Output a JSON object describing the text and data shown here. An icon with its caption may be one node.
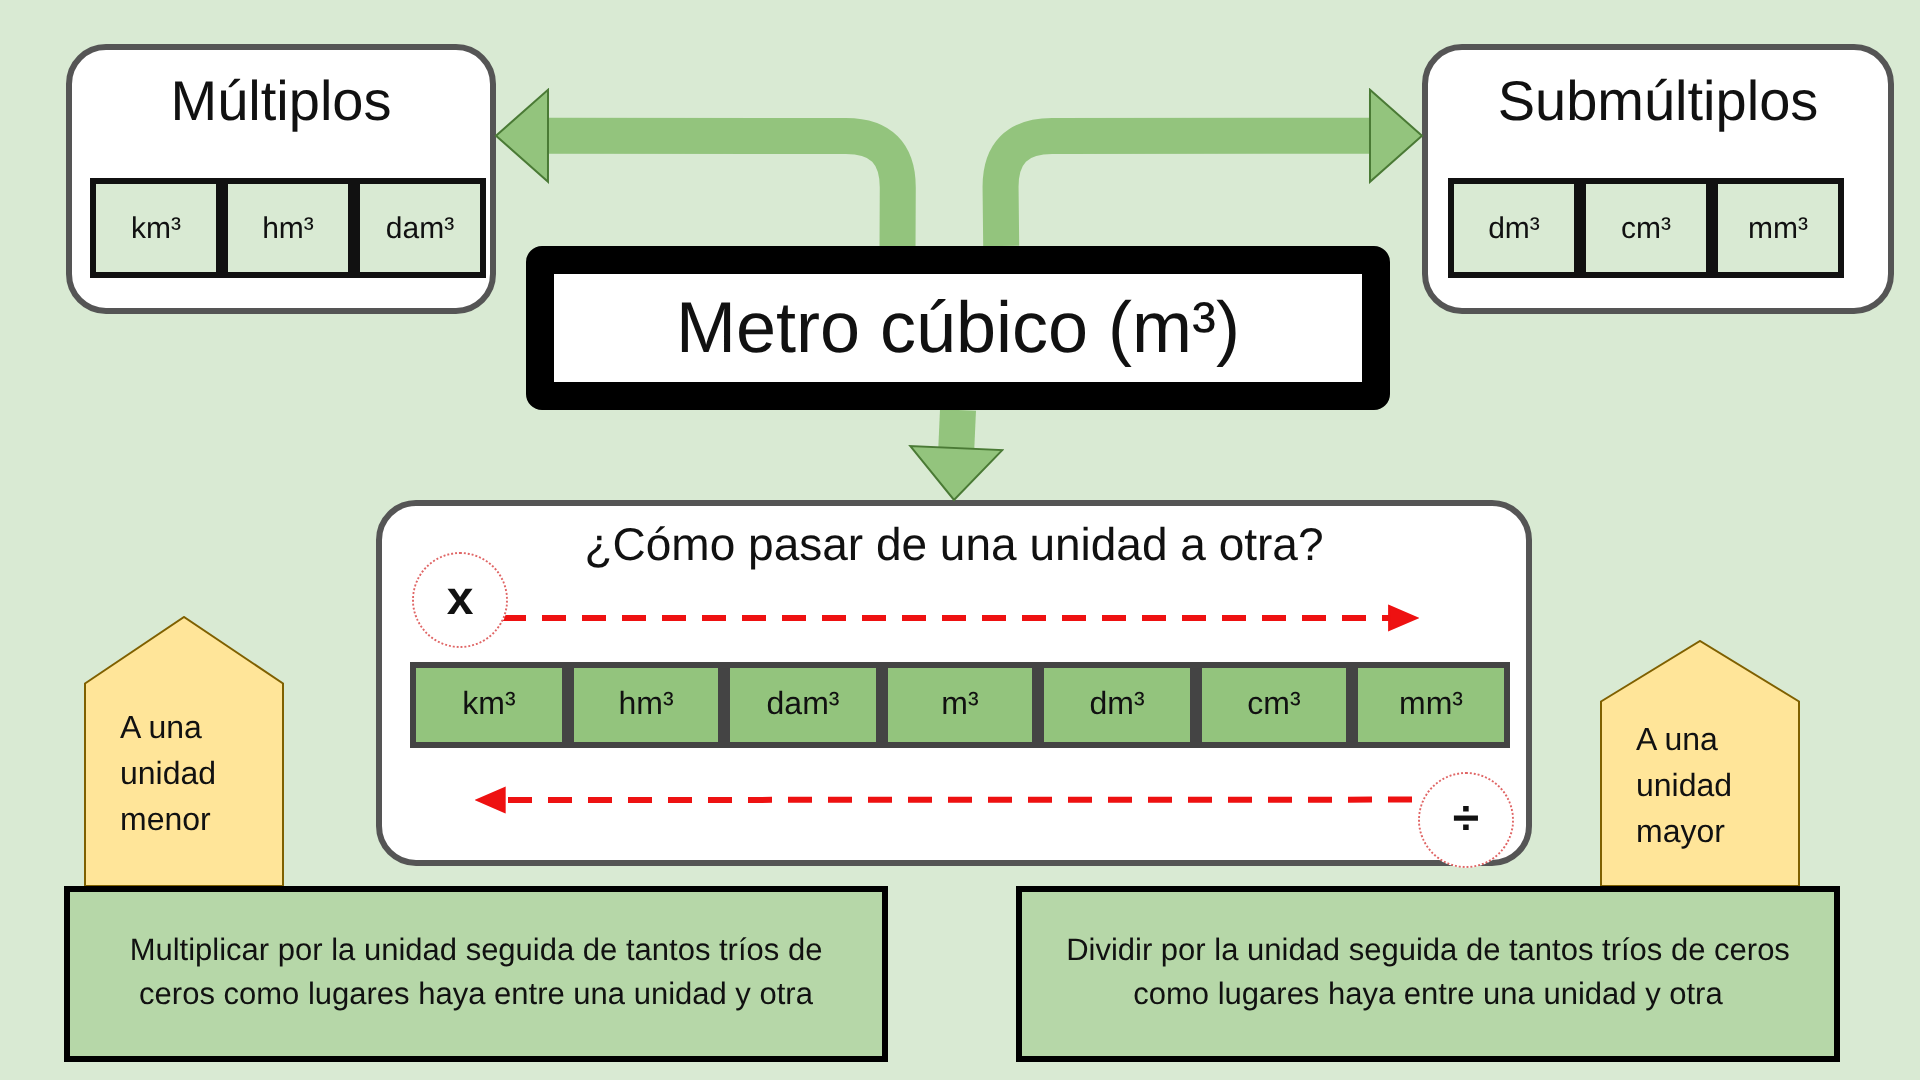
{
  "diagram": {
    "nodes": [
      {
        "text": [
          "Múltiplos"
        ]
      },
      {
        "text": [
          "km³"
        ],
        "in": 0
      },
      {
        "text": [
          "hm³"
        ],
        "in": 0
      },
      {
        "text": [
          "dam³"
        ],
        "in": 0
      },
      {
        "text": [
          "Submúltiplos"
        ]
      },
      {
        "text": [
          "dm³"
        ],
        "in": 4
      },
      {
        "text": [
          "cm³"
        ],
        "in": 4
      },
      {
        "text": [
          "mm³"
        ],
        "in": 4
      },
      {
        "text": [
          "Metro cúbico (m³)"
        ]
      },
      {
        "text": [
          "¿Cómo pasar de una unidad a otra?"
        ]
      },
      {
        "text": [
          "x"
        ],
        "in": 9
      },
      {
        "text": [
          "km³"
        ],
        "in": 9
      },
      {
        "text": [
          "hm³"
        ],
        "in": 9
      },
      {
        "text": [
          "dam³"
        ],
        "in": 9
      },
      {
        "text": [
          "m³"
        ],
        "in": 9
      },
      {
        "text": [
          "dm³"
        ],
        "in": 9
      },
      {
        "text": [
          "cm³"
        ],
        "in": 9
      },
      {
        "text": [
          "mm³"
        ],
        "in": 9
      },
      {
        "text": [
          "÷"
        ],
        "in": 9
      },
      {
        "text": [
          "A una unidad menor"
        ]
      },
      {
        "text": [
          "Multiplicar por la unidad seguida de tantos tríos de ceros como lugares haya entre una unidad y otra"
        ]
      },
      {
        "text": [
          "A una unidad mayor"
        ]
      },
      {
        "text": [
          "Dividir por la unidad seguida de tantos tríos de ceros como lugares haya entre una unidad y otra"
        ]
      }
    ],
    "edges": [
      {
        "from": 8,
        "to": 0,
        "arrow": "to"
      },
      {
        "from": 8,
        "to": 4,
        "arrow": "to"
      },
      {
        "from": 8,
        "to": 9,
        "arrow": "to"
      },
      {
        "from": 10,
        "to": 17,
        "arrow": "to",
        "style": "dashed",
        "color": "#ee1111"
      },
      {
        "from": 18,
        "to": 11,
        "arrow": "to",
        "style": "dashed",
        "color": "#ee1111"
      }
    ]
  }
}
